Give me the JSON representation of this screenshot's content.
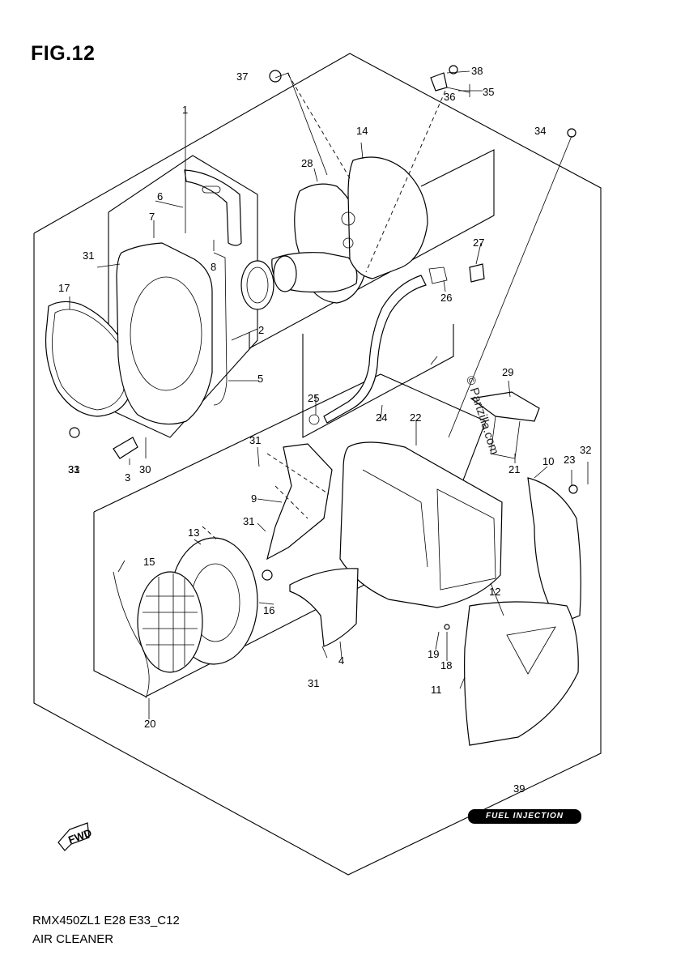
{
  "figure": {
    "title": "FIG.12",
    "model_code": "RMX450ZL1 E28 E33_C12",
    "section_name": "AIR CLEANER",
    "watermark": "© Partzilla.com",
    "badge": "FUEL INJECTION"
  },
  "callouts": [
    "1",
    "2",
    "3",
    "4",
    "5",
    "6",
    "7",
    "8",
    "9",
    "10",
    "11",
    "12",
    "13",
    "14",
    "15",
    "16",
    "17",
    "18",
    "19",
    "20",
    "21",
    "22",
    "23",
    "24",
    "25",
    "26",
    "27",
    "28",
    "29",
    "30",
    "31",
    "31",
    "31",
    "31",
    "31",
    "32",
    "33",
    "34",
    "35",
    "36",
    "37",
    "38",
    "39"
  ]
}
